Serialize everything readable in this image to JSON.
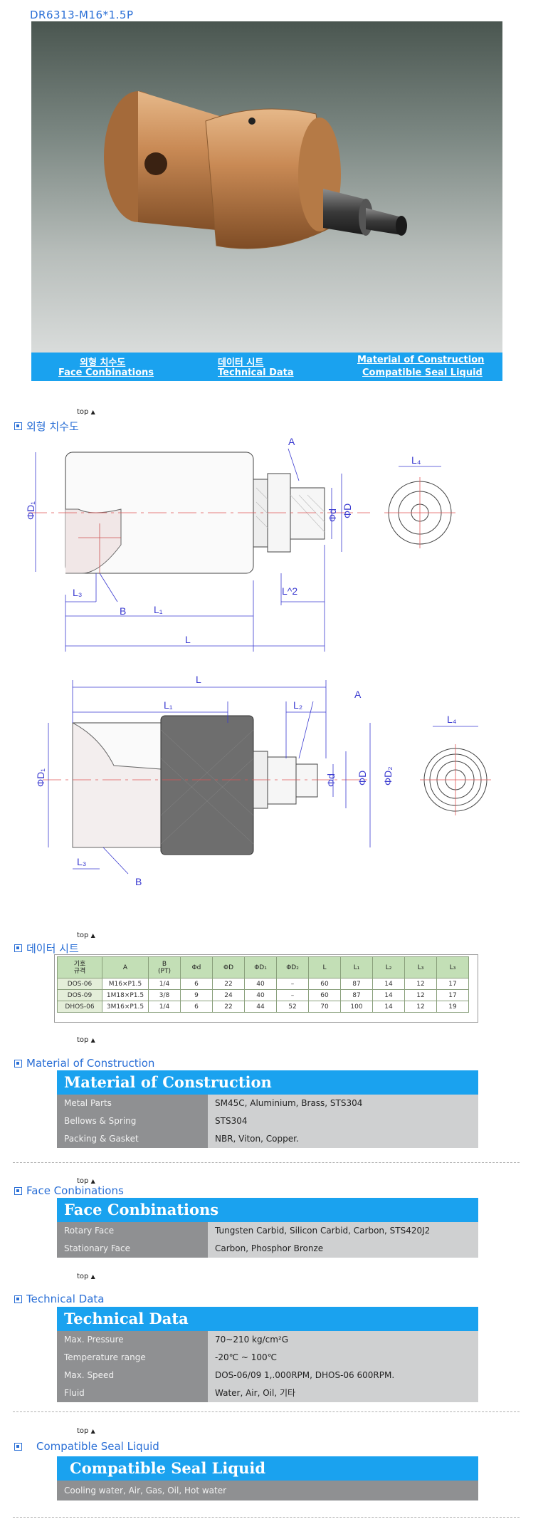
{
  "model_title": "DR6313-M16*1.5P",
  "nav": {
    "row1": [
      "외형 치수도",
      "데이터 시트",
      "Material of Construction"
    ],
    "row2": [
      "Face Conbinations",
      "Technical Data",
      "Compatible Seal Liquid"
    ]
  },
  "top_label": "top",
  "top_arrow": "▲",
  "sections": {
    "dimensions": "외형 치수도",
    "datasheet": "데이터 시트",
    "material": "Material of Construction",
    "face": "Face Conbinations",
    "technical": "Technical Data",
    "seal": "Compatible Seal Liquid"
  },
  "drawing_labels": {
    "A": "A",
    "B": "B",
    "L": "L",
    "L1": "L₁",
    "L2": "L₂",
    "L3": "L₃",
    "L4": "L₄",
    "Lcaret2": "L^2",
    "phiD1": "ΦD₁",
    "phiD2": "ΦD₂",
    "phiD": "ΦD",
    "phid": "Φd"
  },
  "datasheet": {
    "head_top": "기호",
    "head_bottom": "규격",
    "columns": [
      "A",
      "B\n(PT)",
      "Φd",
      "ΦD",
      "ΦD₁",
      "ΦD₂",
      "L",
      "L₁",
      "L₂",
      "L₃",
      "L₃"
    ],
    "rows": [
      [
        "DOS-06",
        "M16×P1.5",
        "1/4",
        "6",
        "22",
        "40",
        "–",
        "60",
        "87",
        "14",
        "12",
        "17"
      ],
      [
        "DOS-09",
        "1M18×P1.5",
        "3/8",
        "9",
        "24",
        "40",
        "–",
        "60",
        "87",
        "14",
        "12",
        "17"
      ],
      [
        "DHOS-06",
        "3M16×P1.5",
        "1/4",
        "6",
        "22",
        "44",
        "52",
        "70",
        "100",
        "14",
        "12",
        "19"
      ]
    ]
  },
  "material": {
    "title": "Material of Construction",
    "rows": [
      {
        "key": "Metal Parts",
        "value": "SM45C, Aluminium, Brass, STS304"
      },
      {
        "key": "Bellows & Spring",
        "value": "STS304"
      },
      {
        "key": "Packing & Gasket",
        "value": "NBR, Viton, Copper."
      }
    ]
  },
  "face": {
    "title": "Face Conbinations",
    "rows": [
      {
        "key": "Rotary Face",
        "value": "Tungsten Carbid, Silicon Carbid, Carbon, STS420J2"
      },
      {
        "key": "Stationary Face",
        "value": "Carbon, Phosphor Bronze"
      }
    ]
  },
  "technical": {
    "title": "Technical Data",
    "rows": [
      {
        "key": "Max. Pressure",
        "value": "70~210 kg/cm²G"
      },
      {
        "key": "Temperature range",
        "value": "-20℃ ~ 100℃"
      },
      {
        "key": "Max. Speed",
        "value": "DOS-06/09 1,.000RPM, DHOS-06 600RPM."
      },
      {
        "key": "Fluid",
        "value": "Water, Air, Oil, 기타"
      }
    ]
  },
  "seal": {
    "title": "Compatible Seal Liquid",
    "text": "Cooling water, Air, Gas, Oil, Hot water"
  },
  "colors": {
    "accent": "#1aa2ef",
    "heading": "#2a6fd6",
    "brass": "#c98a55"
  }
}
